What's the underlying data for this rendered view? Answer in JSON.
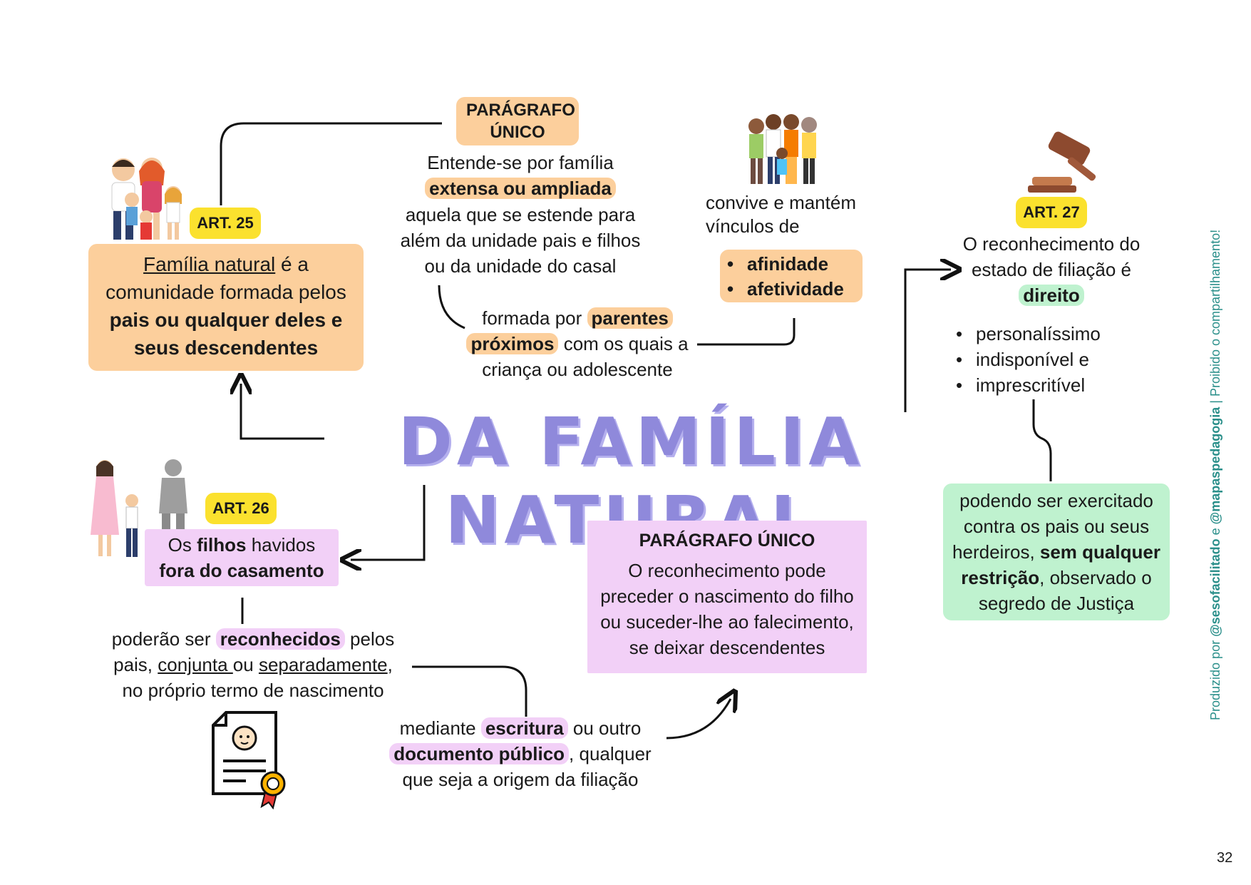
{
  "title": "DA FAMÍLIA NATURAL",
  "art25": {
    "badge": "ART. 25",
    "text_u": "Família natural",
    "text_1": " é a comunidade formada pelos ",
    "text_b": "pais ou qualquer deles e seus descendentes"
  },
  "paragrafo1": {
    "badge": "PARÁGRAFO ÚNICO",
    "line1": "Entende-se por família",
    "hl": "extensa ou ampliada",
    "line2": "aquela que se estende para além da unidade pais e filhos ou da unidade do casal",
    "formed_1": "formada por ",
    "formed_hl1": "parentes",
    "formed_hl2": "próximos",
    "formed_2": " com os quais a criança ou adolescente"
  },
  "convive": {
    "text": "convive e mantém vínculos de",
    "items": [
      "afinidade",
      "afetividade"
    ]
  },
  "art27": {
    "badge": "ART. 27",
    "text": "O reconhecimento do estado de filiação é",
    "hl": "direito",
    "items": [
      "personalíssimo",
      "indisponível e",
      "imprescritível"
    ],
    "green_1": "podendo ser exercitado contra os pais ou seus herdeiros, ",
    "green_b": "sem qualquer restrição",
    "green_2": ", observado o segredo de Justiça"
  },
  "art26": {
    "badge": "ART. 26",
    "t1": "Os ",
    "b1": "filhos",
    "t2": " havidos",
    "b2": "fora do casamento",
    "r1": "poderão ser ",
    "rhl": "reconhecidos",
    "r2": " pelos",
    "r3": "pais, ",
    "ru1": "conjunta ",
    "r4": "ou ",
    "ru2": "separadamente",
    "r5": ",",
    "r6": "no próprio termo de nascimento",
    "m1": "mediante ",
    "mhl1": "escritura",
    "m2": " ou outro",
    "mhl2": "documento público",
    "m3": ", qualquer",
    "m4": "que seja a origem da filiação"
  },
  "paragrafo2": {
    "badge": "PARÁGRAFO ÚNICO",
    "text": "O reconhecimento pode preceder o nascimento do filho ou suceder-lhe ao falecimento, se deixar descendentes"
  },
  "side": {
    "t1": "Produzido por ",
    "h1": "@sesofacilitado",
    "t2": " e ",
    "h2": "@mapaspedagogia",
    "t3": " | Proibido o compartilhamento!"
  },
  "page_number": "32",
  "colors": {
    "orange": "#fccf9c",
    "yellow": "#fbe12e",
    "purple": "#f2d0f7",
    "green": "#bff2cf",
    "title": "#8f89db"
  }
}
